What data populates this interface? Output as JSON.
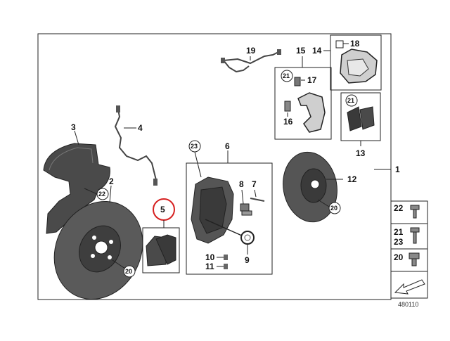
{
  "diagram_id": "480110",
  "highlight_color": "#d62020",
  "parts": {
    "p1": "1",
    "p2": "2",
    "p3": "3",
    "p4": "4",
    "p5": "5",
    "p6": "6",
    "p7": "7",
    "p8": "8",
    "p9": "9",
    "p10": "10",
    "p11": "11",
    "p12": "12",
    "p13": "13",
    "p14": "14",
    "p15": "15",
    "p16": "16",
    "p17": "17",
    "p18": "18",
    "p19": "19",
    "p20": "20",
    "p21": "21",
    "p22": "22",
    "p23": "23"
  },
  "circled": {
    "c20_disc_left": "20",
    "c20_disc_right": "20",
    "c22_shield": "22",
    "c23_caliper": "23",
    "c21_carrier": "21",
    "c21_pads": "21"
  },
  "legend": {
    "item_a": "22",
    "item_b_top": "21",
    "item_b_bottom": "23",
    "item_c": "20"
  },
  "icons": [
    "disc-icon",
    "caliper-icon",
    "brake-pad-icon",
    "sensor-icon",
    "bolt-icon",
    "arrow-icon"
  ]
}
